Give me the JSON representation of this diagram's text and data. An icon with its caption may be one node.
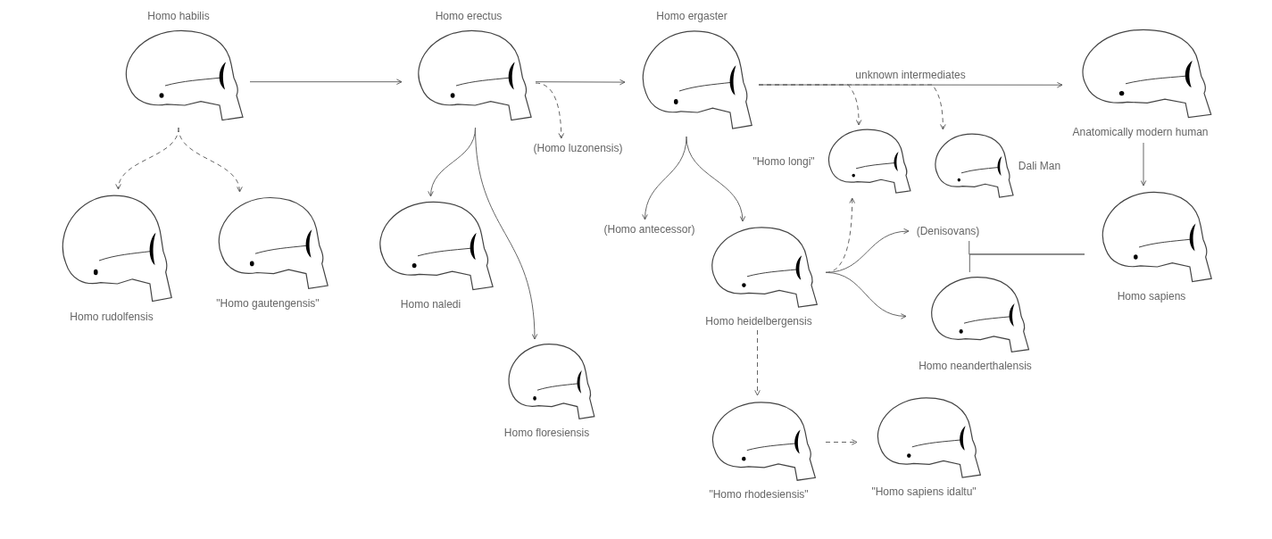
{
  "diagram": {
    "nodes": [
      {
        "text": [
          "Homo habilis"
        ]
      },
      {
        "text": [
          "Homo erectus"
        ]
      },
      {
        "text": [
          "Homo ergaster"
        ]
      },
      {
        "text": [
          "Anatomically modern human"
        ]
      },
      {
        "text": [
          "Homo rudolfensis"
        ]
      },
      {
        "text": [
          "\"Homo gautengensis\""
        ]
      },
      {
        "text": [
          "(Homo luzonensis)"
        ]
      },
      {
        "text": [
          "Homo naledi"
        ]
      },
      {
        "text": [
          "Homo floresiensis"
        ]
      },
      {
        "text": [
          "(Homo antecessor)"
        ]
      },
      {
        "text": [
          "Homo heidelbergensis"
        ]
      },
      {
        "text": [
          "\"Homo longi\""
        ]
      },
      {
        "text": [
          "Dali Man"
        ]
      },
      {
        "text": [
          "(Denisovans)"
        ]
      },
      {
        "text": [
          "Homo neanderthalensis"
        ]
      },
      {
        "text": [
          "Homo sapiens"
        ]
      },
      {
        "text": [
          "\"Homo rhodesiensis\""
        ]
      },
      {
        "text": [
          "\"Homo sapiens idaltu\""
        ]
      }
    ],
    "edges": [
      {
        "from": 0,
        "to": 1,
        "arrow": "to"
      },
      {
        "from": 0,
        "to": 4,
        "arrow": "to",
        "style": "dashed"
      },
      {
        "from": 0,
        "to": 5,
        "arrow": "to",
        "style": "dashed"
      },
      {
        "from": 1,
        "to": 2,
        "arrow": "to"
      },
      {
        "from": 1,
        "to": 6,
        "arrow": "to",
        "style": "dashed"
      },
      {
        "from": 1,
        "to": 7,
        "arrow": "to"
      },
      {
        "from": 1,
        "to": 8,
        "arrow": "to"
      },
      {
        "from": 2,
        "to": 9,
        "arrow": "to"
      },
      {
        "from": 2,
        "to": 10,
        "arrow": "to"
      },
      {
        "from": 2,
        "to": 3,
        "arrow": "to",
        "label": "unknown intermediates"
      },
      {
        "from": 2,
        "to": 11,
        "arrow": "to",
        "style": "dashed"
      },
      {
        "from": 2,
        "to": 12,
        "arrow": "to",
        "style": "dashed"
      },
      {
        "from": 10,
        "to": 11,
        "arrow": "to",
        "style": "dashed"
      },
      {
        "from": 10,
        "to": 13,
        "arrow": "to"
      },
      {
        "from": 10,
        "to": 14,
        "arrow": "to"
      },
      {
        "from": 3,
        "to": 15,
        "arrow": "to"
      },
      {
        "from": 15,
        "to": 13,
        "arrow": "none"
      },
      {
        "from": 15,
        "to": 14,
        "arrow": "none"
      },
      {
        "from": 10,
        "to": 16,
        "arrow": "to",
        "style": "dashed"
      },
      {
        "from": 16,
        "to": 17,
        "arrow": "to",
        "style": "dashed"
      }
    ]
  }
}
